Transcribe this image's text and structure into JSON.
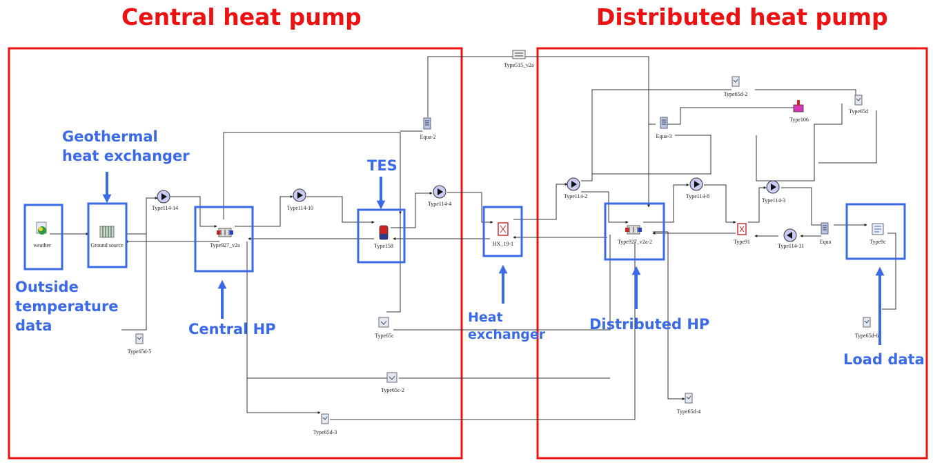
{
  "sections": {
    "central_title": "Central heat pump",
    "distributed_title": "Distributed heat pump"
  },
  "annotations": {
    "geothermal_line1": "Geothermal",
    "geothermal_line2": "heat exchanger",
    "tes": "TES",
    "outside_line1": "Outside",
    "outside_line2": "temperature",
    "outside_line3": "data",
    "central_hp": "Central HP",
    "heat_exchanger_line1": "Heat",
    "heat_exchanger_line2": "exchanger",
    "distributed_hp": "Distributed HP",
    "load_data": "Load data"
  },
  "components": {
    "weather": "weather",
    "ground_source": "Ground source",
    "type114_14": "Type114-14",
    "type927_v2a": "Type927_v2a",
    "type114_10": "Type114-10",
    "type158": "Type158",
    "type114_4": "Type114-4",
    "equa_2": "Equa-2",
    "type515_v2a": "Type515_v2a",
    "hx_19_1": "HX_19-1",
    "type65d_5": "Type65d-5",
    "type65c": "Type65c",
    "type65c_2": "Type65c-2",
    "type65d_3": "Type65d-3",
    "type114_2": "Type114-2",
    "type927_v2a_2": "Type927_v2a-2",
    "equa_3": "Equa-3",
    "type65d_2": "Type65d-2",
    "type106": "Type106",
    "type65d": "Type65d",
    "type114_8": "Type114-8",
    "type114_3": "Type114-3",
    "type91": "Type91",
    "type114_11": "Type114-11",
    "equa": "Equa",
    "type9c": "Type9c",
    "type65d_6": "Type65d-6",
    "type65d_4": "Type65d-4"
  },
  "colors": {
    "section_red": "#ee1111",
    "annotation_blue": "#3b6ae8",
    "pump_fill": "#c8ccf4",
    "tank_red": "#cc2222"
  }
}
